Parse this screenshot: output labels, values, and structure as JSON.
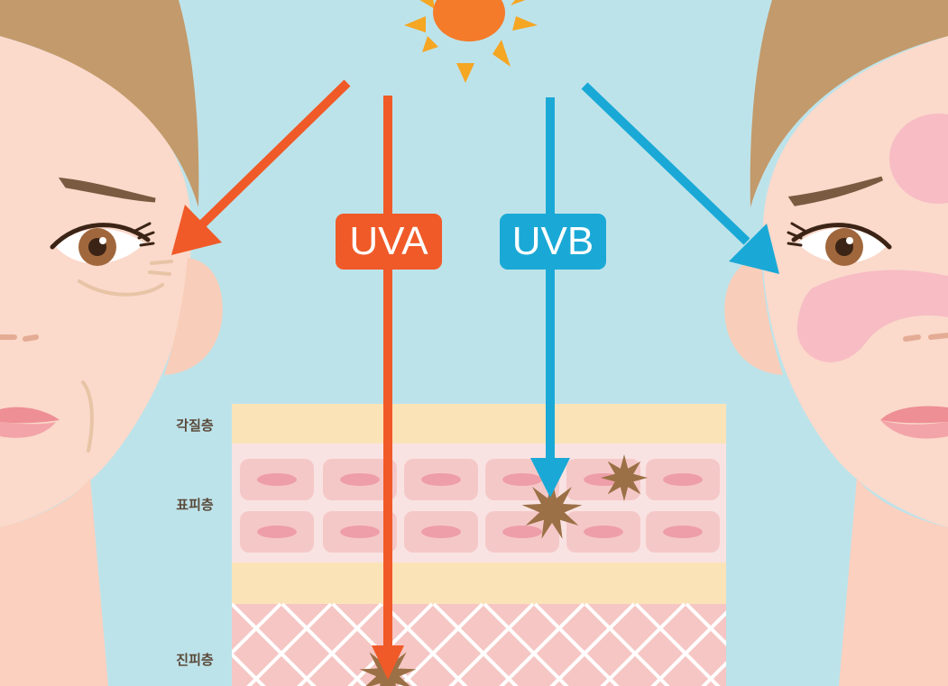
{
  "rays": {
    "uva": {
      "label": "UVA",
      "color": "#f05a28"
    },
    "uvb": {
      "label": "UVB",
      "color": "#1aa9d6"
    }
  },
  "skin_layers": {
    "stratum_corneum": "각질층",
    "epidermis": "표피층",
    "dermis": "진피층"
  },
  "colors": {
    "background": "#bde3ea",
    "sun": "#f47b2a",
    "sun_rays": "#f5a623",
    "skin": "#fbd9cb",
    "hair": "#c39a6b",
    "corneum_layer": "#fbe3b8",
    "epidermis_layer": "#f9e3e2",
    "cell": "#f5c8c8",
    "cell_nucleus": "#ee9ea8",
    "dermis_layer": "#f5c6c4",
    "damage_star": "#9c7046",
    "blush": "#f7bcc4"
  }
}
